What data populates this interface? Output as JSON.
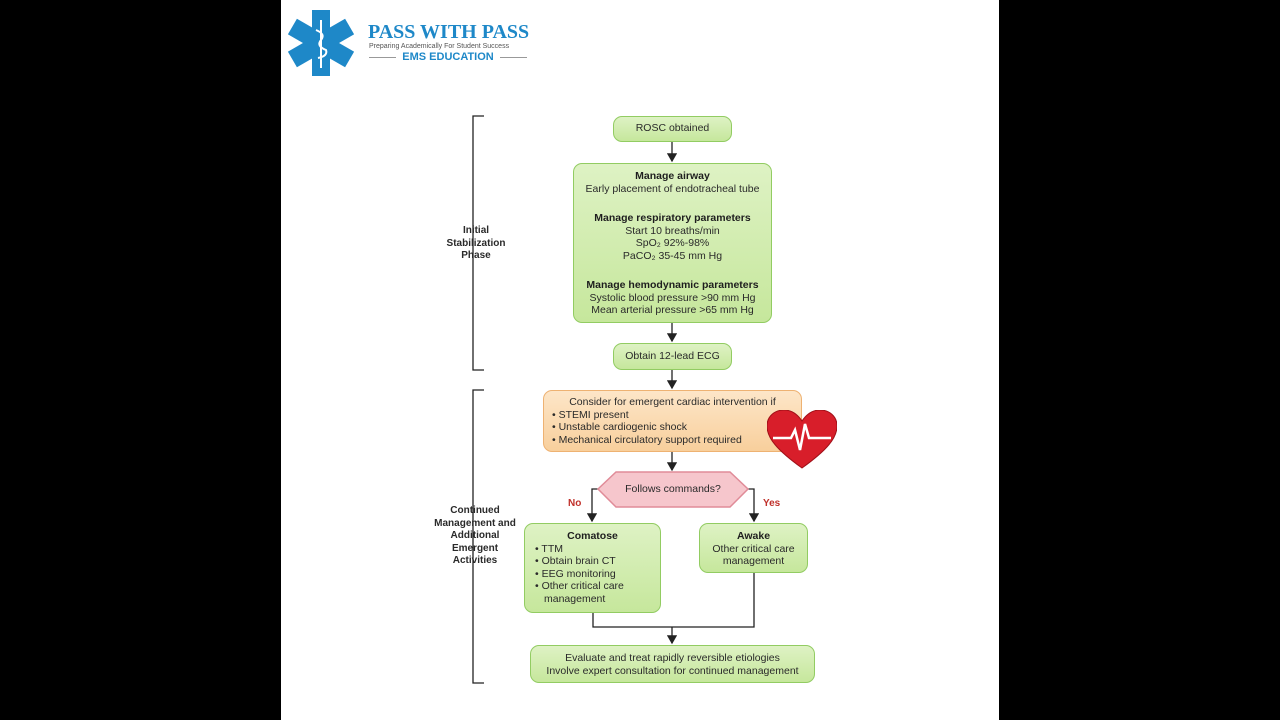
{
  "logo": {
    "title": "PASS WITH PASS",
    "tagline": "Preparing Academically For Student Success",
    "subtitle": "EMS EDUCATION",
    "icon": "star-of-life-icon",
    "color": "#1e88c8"
  },
  "phases": {
    "initial": "Initial Stabilization Phase",
    "continued": "Continued Management and Additional Emergent Activities"
  },
  "nodes": {
    "rosc": "ROSC obtained",
    "airway_title": "Manage airway",
    "airway_text": "Early placement of endotracheal tube",
    "resp_title": "Manage respiratory parameters",
    "resp_lines": [
      "Start 10 breaths/min",
      "SpO₂ 92%-98%",
      "PaCO₂ 35-45 mm Hg"
    ],
    "hemo_title": "Manage hemodynamic parameters",
    "hemo_lines": [
      "Systolic blood pressure >90 mm Hg",
      "Mean arterial pressure >65 mm Hg"
    ],
    "ecg": "Obtain 12-lead ECG",
    "cardiac_title": "Consider for emergent cardiac intervention if",
    "cardiac_items": [
      "STEMI present",
      "Unstable cardiogenic shock",
      "Mechanical circulatory support required"
    ],
    "decision": "Follows commands?",
    "no": "No",
    "yes": "Yes",
    "comatose_title": "Comatose",
    "comatose_items": [
      "TTM",
      "Obtain brain CT",
      "EEG monitoring",
      "Other critical care management"
    ],
    "awake_title": "Awake",
    "awake_text": "Other critical care management",
    "final_lines": [
      "Evaluate and treat rapidly reversible etiologies",
      "Involve expert consultation for continued management"
    ]
  },
  "colors": {
    "green_fill": "#d4ecb0",
    "green_border": "#92cc62",
    "orange_fill": "#f9d9b0",
    "decision_fill": "#f6c6cc",
    "label_red": "#c0302a",
    "heart": "#d81e2a"
  }
}
